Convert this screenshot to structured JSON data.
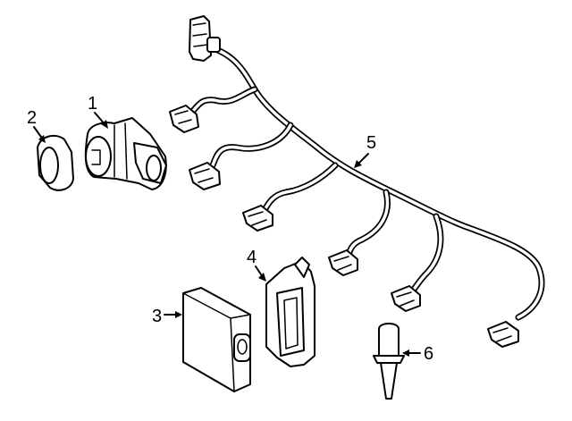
{
  "callouts": [
    {
      "key": "c1",
      "label": "1"
    },
    {
      "key": "c2",
      "label": "2"
    },
    {
      "key": "c3",
      "label": "3"
    },
    {
      "key": "c4",
      "label": "4"
    },
    {
      "key": "c5",
      "label": "5"
    },
    {
      "key": "c6",
      "label": "6"
    }
  ],
  "parts": {
    "sensor": {
      "callout": "1"
    },
    "retainer_ring": {
      "callout": "2"
    },
    "control_module": {
      "callout": "3"
    },
    "sensor_bracket": {
      "callout": "4"
    },
    "wiring_harness": {
      "callout": "5"
    },
    "temperature_sensor": {
      "callout": "6"
    }
  }
}
